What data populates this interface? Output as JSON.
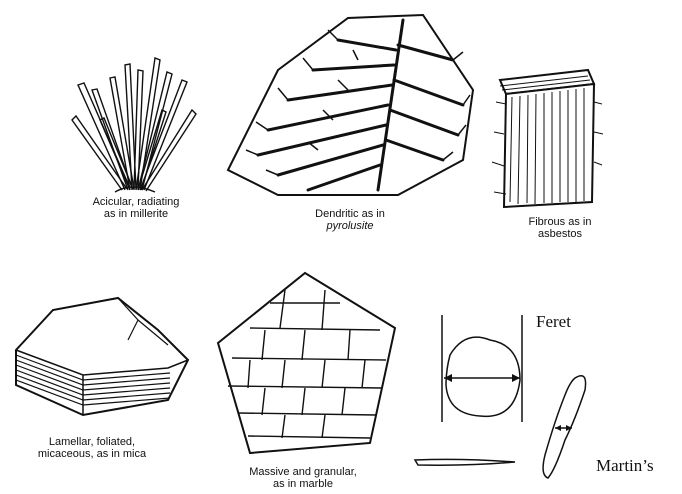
{
  "panels": [
    {
      "id": "acicular",
      "caption_line1": "Acicular, radiating",
      "caption_line2": "as in millerite"
    },
    {
      "id": "dendritic",
      "caption_line1": "Dendritic as in",
      "caption_line2": "pyrolusite"
    },
    {
      "id": "fibrous",
      "caption_line1": "Fibrous as in",
      "caption_line2": "asbestos"
    },
    {
      "id": "lamellar",
      "caption_line1": "Lamellar, foliated,",
      "caption_line2": "micaceous, as in mica"
    },
    {
      "id": "massive",
      "caption_line1": "Massive and granular,",
      "caption_line2": "as in marble"
    }
  ],
  "diameters": {
    "feret_label": "Feret",
    "martin_label": "Martin’s"
  },
  "colors": {
    "ink": "#111111",
    "background": "#ffffff"
  }
}
